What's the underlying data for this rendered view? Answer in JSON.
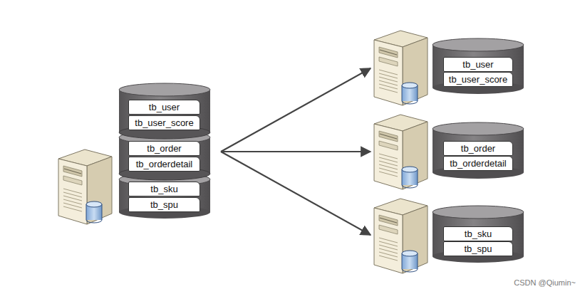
{
  "diagram": {
    "nodes": [
      {
        "text": [
          "tb_user"
        ]
      },
      {
        "text": [
          "tb_user_score"
        ]
      },
      {
        "text": [
          "tb_order"
        ]
      },
      {
        "text": [
          "tb_orderdetail"
        ]
      },
      {
        "text": [
          "tb_sku"
        ]
      },
      {
        "text": [
          "tb_spu"
        ]
      },
      {
        "text": [
          "tb_user"
        ]
      },
      {
        "text": [
          "tb_user_score"
        ]
      },
      {
        "text": [
          "tb_order"
        ]
      },
      {
        "text": [
          "tb_orderdetail"
        ]
      },
      {
        "text": [
          "tb_sku"
        ]
      },
      {
        "text": [
          "tb_spu"
        ]
      }
    ],
    "labels": [
      "CSDN @Qiumin~"
    ]
  }
}
